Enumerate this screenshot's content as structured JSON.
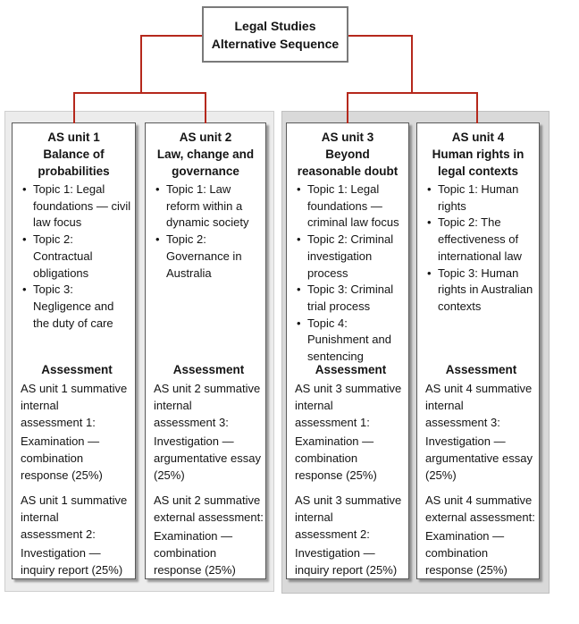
{
  "root": {
    "line1": "Legal Studies",
    "line2": "Alternative Sequence"
  },
  "colors": {
    "connector_red": "#b5281c",
    "panel_left": "#ececec",
    "panel_right": "#d9d9d9",
    "box_border": "#595959",
    "root_border": "#7a7a7a"
  },
  "units": [
    {
      "title": "AS unit 1",
      "name": "Balance of\nprobabilities",
      "topics": [
        "Topic 1: Legal\nfoundations — civil\nlaw focus",
        "Topic 2:\nContractual\nobligations",
        "Topic 3:\nNegligence and\nthe duty of care"
      ],
      "assessment_heading": "Assessment",
      "assessments": [
        {
          "label": "AS unit 1 summative\ninternal\nassessment 1:",
          "detail": "Examination —\ncombination\nresponse (25%)"
        },
        {
          "label": "AS unit 1 summative\ninternal\nassessment 2:",
          "detail": "Investigation —\ninquiry report (25%)"
        }
      ]
    },
    {
      "title": "AS unit 2",
      "name": "Law, change and\ngovernance",
      "topics": [
        "Topic 1: Law\nreform within a\ndynamic society",
        "Topic 2:\nGovernance in\nAustralia"
      ],
      "assessment_heading": "Assessment",
      "assessments": [
        {
          "label": "AS unit 2 summative\ninternal\nassessment 3:",
          "detail": "Investigation —\nargumentative essay\n(25%)"
        },
        {
          "label": "AS unit 2 summative\nexternal assessment:",
          "detail": "Examination —\ncombination\nresponse (25%)"
        }
      ]
    },
    {
      "title": "AS unit 3",
      "name": "Beyond\nreasonable doubt",
      "topics": [
        "Topic 1: Legal\nfoundations —\ncriminal law focus",
        "Topic 2: Criminal\ninvestigation\nprocess",
        "Topic 3: Criminal\ntrial process",
        "Topic 4:\nPunishment and\nsentencing"
      ],
      "assessment_heading": "Assessment",
      "assessments": [
        {
          "label": "AS unit 3 summative\ninternal\nassessment 1:",
          "detail": "Examination —\ncombination\nresponse (25%)"
        },
        {
          "label": "AS unit 3 summative\ninternal\nassessment 2:",
          "detail": "Investigation —\ninquiry report (25%)"
        }
      ]
    },
    {
      "title": "AS unit 4",
      "name": "Human rights in\nlegal contexts",
      "topics": [
        "Topic 1: Human\nrights",
        "Topic 2: The\neffectiveness of\ninternational law",
        "Topic 3: Human\nrights in Australian\ncontexts"
      ],
      "assessment_heading": "Assessment",
      "assessments": [
        {
          "label": "AS unit 4 summative\ninternal\nassessment 3:",
          "detail": "Investigation —\nargumentative essay\n(25%)"
        },
        {
          "label": "AS unit 4 summative\nexternal assessment:",
          "detail": "Examination —\ncombination\nresponse (25%)"
        }
      ]
    }
  ]
}
